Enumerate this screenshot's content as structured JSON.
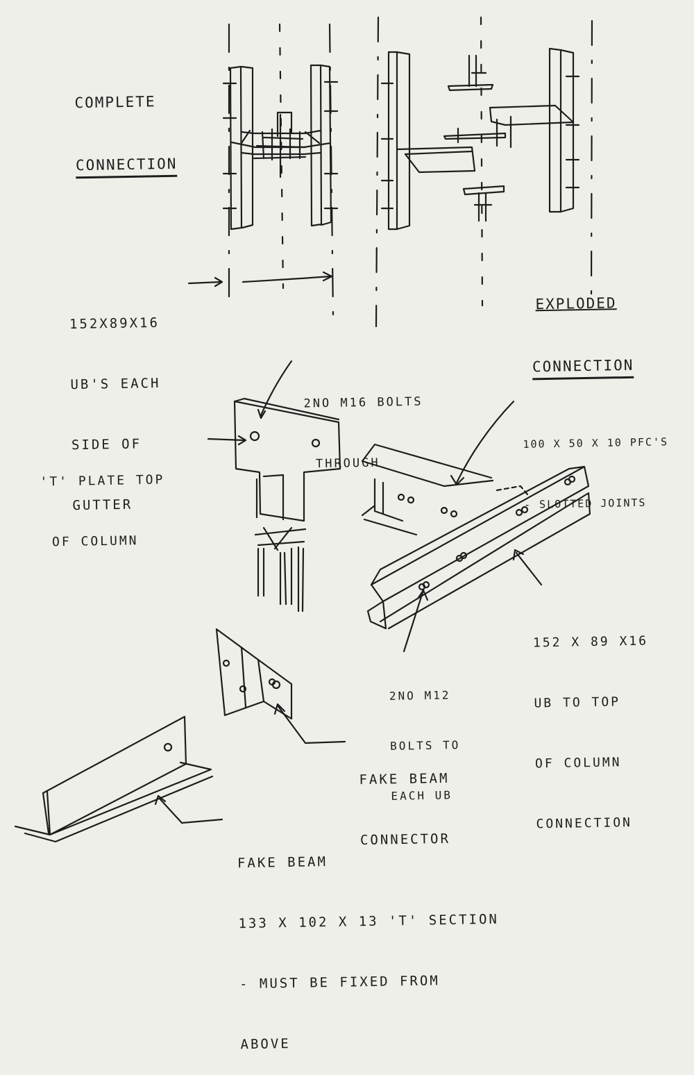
{
  "ink_color": "#1d1d1d",
  "paper_color": "#efefe9",
  "titles": {
    "complete": [
      "COMPLETE",
      "CONNECTION"
    ],
    "exploded": [
      "EXPLODED",
      "CONNECTION"
    ]
  },
  "labels": {
    "ub_gutter": [
      "152X89X16",
      "UB'S EACH",
      "SIDE OF",
      "GUTTER"
    ],
    "bolts_through": [
      "2NO M16 BOLTS",
      "THROUGH"
    ],
    "t_plate": [
      "'T' PLATE TOP",
      "OF COLUMN"
    ],
    "pfc": [
      "100 X 50 X 10 PFC'S",
      "- SLOTTED JOINTS"
    ],
    "ub_top": [
      "152 X 89 X16",
      "UB TO TOP",
      "OF COLUMN",
      "CONNECTION"
    ],
    "bolts_m12": [
      "2NO M12",
      "BOLTS TO",
      "EACH UB"
    ],
    "fake_beam_connector": [
      "FAKE BEAM",
      "CONNECTOR"
    ],
    "fake_beam": [
      "FAKE BEAM",
      "133 X 102 X 13 'T' SECTION",
      "- MUST BE FIXED FROM",
      "ABOVE"
    ]
  }
}
